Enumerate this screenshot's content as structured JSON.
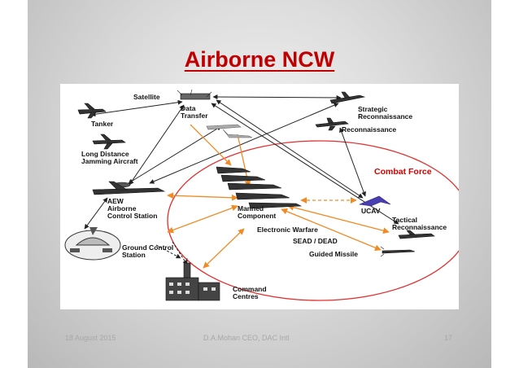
{
  "slide": {
    "title": "Airborne NCW",
    "footer": {
      "date": "18 August 2015",
      "author": "D.A.Mohan CEO, DAC Intl",
      "page": "17"
    }
  },
  "diagram": {
    "labels": {
      "satellite": "Satellite",
      "data_transfer": [
        "Data",
        "Transfer"
      ],
      "tanker": "Tanker",
      "long_distance": [
        "Long Distance",
        "Jamming Aircraft"
      ],
      "strategic": [
        "Strategic",
        "Reconnaissance"
      ],
      "reconnaissance": "Reconnaissance",
      "combat_force": "Combat Force",
      "aew": [
        "AEW",
        "Airborne",
        "Control Station"
      ],
      "manned": [
        "Manned",
        "Component"
      ],
      "ucav": "UCAV",
      "tactical": [
        "Tactical",
        "Reconnaissance"
      ],
      "electronic_warfare": "Electronic Warfare",
      "sead": "SEAD / DEAD",
      "guided_missile": "Guided Missile",
      "ground_control": [
        "Ground Control",
        "Station"
      ],
      "command": [
        "Command",
        "Centres"
      ]
    },
    "colors": {
      "black_link": "#222222",
      "orange_link": "#f08a24",
      "combat_ellipse": "#e03030",
      "ucav_fill": "#4a3fb0"
    }
  }
}
